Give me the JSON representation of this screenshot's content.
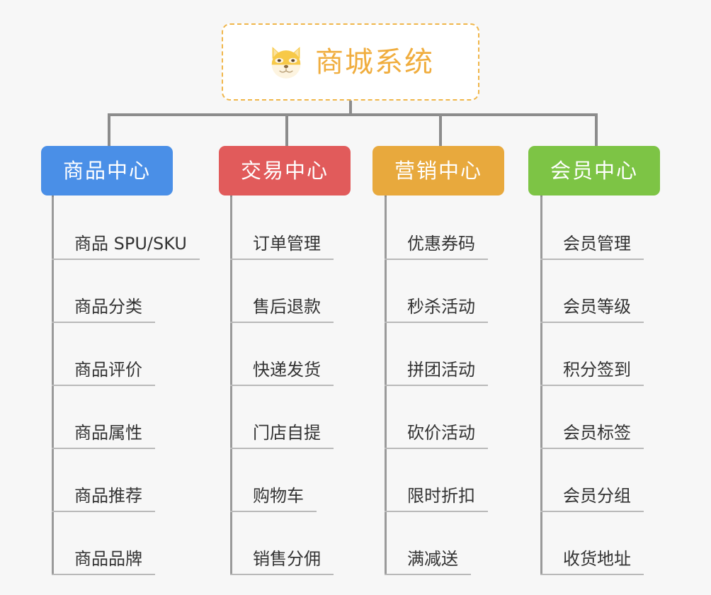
{
  "diagram": {
    "title": "商城系统",
    "type": "organization-chart",
    "background_color": "#f7f7f7",
    "connector_color": "#8c8c8c",
    "root": {
      "label": "商城系统",
      "icon": "shiba-dog-face-icon",
      "text_color": "#f0ad3e",
      "border_color": "#f0b64a",
      "background_color": "#ffffff",
      "border_style": "dashed"
    },
    "branches": [
      {
        "label": "商品中心",
        "color": "#4a8fe7",
        "text_color": "#ffffff",
        "items": [
          "商品 SPU/SKU",
          "商品分类",
          "商品评价",
          "商品属性",
          "商品推荐",
          "商品品牌"
        ]
      },
      {
        "label": "交易中心",
        "color": "#e15b5b",
        "text_color": "#ffffff",
        "items": [
          "订单管理",
          "售后退款",
          "快递发货",
          "门店自提",
          "购物车",
          "销售分佣"
        ]
      },
      {
        "label": "营销中心",
        "color": "#e8a93d",
        "text_color": "#ffffff",
        "items": [
          "优惠券码",
          "秒杀活动",
          "拼团活动",
          "砍价活动",
          "限时折扣",
          "满减送"
        ]
      },
      {
        "label": "会员中心",
        "color": "#7dc445",
        "text_color": "#ffffff",
        "items": [
          "会员管理",
          "会员等级",
          "积分签到",
          "会员标签",
          "会员分组",
          "收货地址"
        ]
      }
    ]
  }
}
